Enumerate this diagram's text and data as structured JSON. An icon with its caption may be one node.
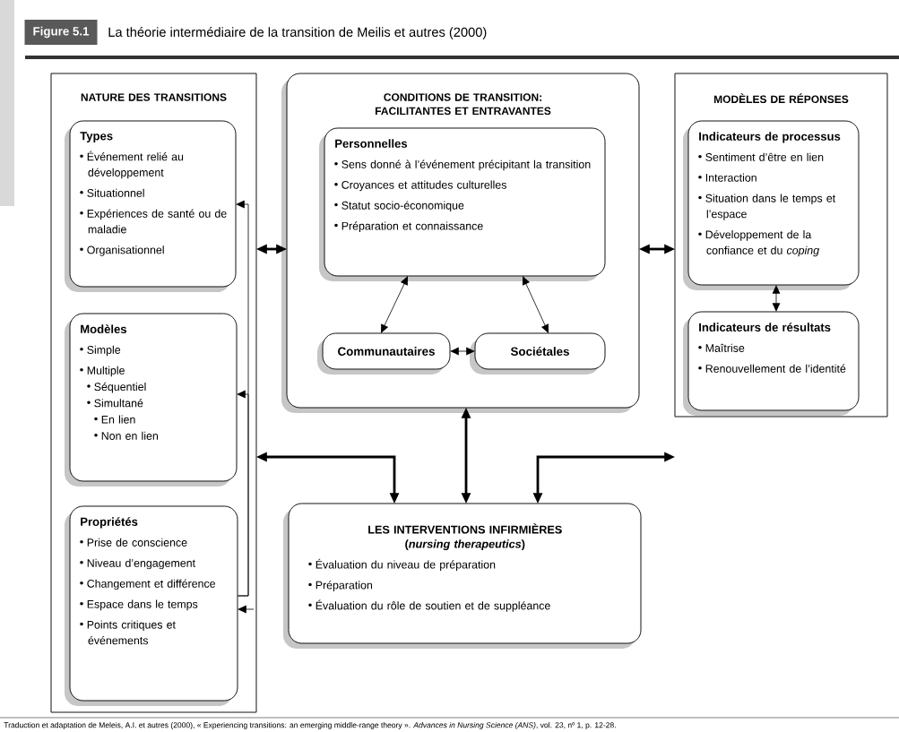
{
  "diagram": {
    "title": "La théorie intermédiaire de la transition de Meilis et autres (2000)",
    "caption": "Traduction et adaptation de Meleis, A.I. et autres (2000), « Experiencing transitions: an emerging middle-range theory ». *Advances in Nursing Science (ANS)*, vol. 23, nº 1, p. 12-28.",
    "nodes": [
      {
        "text": [
          "NATURE DES TRANSITIONS"
        ]
      },
      {
        "text": [
          "Types",
          "Événement relié au développement",
          "Situationnel",
          "Expériences de santé ou de maladie",
          "Organisationnel"
        ],
        "in": 0
      },
      {
        "text": [
          "Modèles",
          "Simple",
          "Multiple",
          "Séquentiel",
          "Simultané",
          "En lien",
          "Non en lien"
        ],
        "in": 0
      },
      {
        "text": [
          "Propriétés",
          "Prise de conscience",
          "Niveau d’engagement",
          "Changement et différence",
          "Espace dans le temps",
          "Points critiques et événements"
        ],
        "in": 0
      },
      {
        "text": [
          "CONDITIONS DE TRANSITION: FACILITANTES ET ENTRAVANTES"
        ]
      },
      {
        "text": [
          "Personnelles",
          "Sens donné à l’événement précipitant la transition",
          "Croyances et attitudes culturelles",
          "Statut socio-économique",
          "Préparation et connaissance"
        ],
        "in": 4
      },
      {
        "text": [
          "Communautaires"
        ],
        "in": 4
      },
      {
        "text": [
          "Sociétales"
        ],
        "in": 4
      },
      {
        "text": [
          "MODÈLES DE RÉPONSES"
        ]
      },
      {
        "text": [
          "Indicateurs de processus",
          "Sentiment d’être en lien",
          "Interaction",
          "Situation dans le temps et l’espace",
          "Développement de la confiance et du *coping*"
        ],
        "in": 8
      },
      {
        "text": [
          "Indicateurs de résultats",
          "Maîtrise",
          "Renouvellement de l’identité"
        ],
        "in": 8
      },
      {
        "text": [
          "LES INTERVENTIONS INFIRMIÈRES",
          "(*nursing therapeutics*)",
          "Évaluation du niveau de préparation",
          "Préparation",
          "Évaluation du rôle de soutien et de suppléance"
        ]
      }
    ],
    "edges": [
      {
        "from": 0,
        "to": 4,
        "arrow": "both",
        "style": "thick"
      },
      {
        "from": 4,
        "to": 8,
        "arrow": "both",
        "style": "thick"
      },
      {
        "from": 5,
        "to": 6,
        "arrow": "both"
      },
      {
        "from": 5,
        "to": 7,
        "arrow": "both"
      },
      {
        "from": 6,
        "to": 7,
        "arrow": "both"
      },
      {
        "from": 9,
        "to": 10,
        "arrow": "both"
      },
      {
        "from": 4,
        "to": 11,
        "arrow": "both",
        "style": "thick"
      },
      {
        "from": 11,
        "to": 0,
        "arrow": "both",
        "style": "thick"
      },
      {
        "from": 11,
        "to": 8,
        "arrow": "both",
        "style": "thick"
      },
      {
        "from": 3,
        "to": 1,
        "arrow": "to"
      },
      {
        "from": 3,
        "to": 2,
        "arrow": "to"
      },
      {
        "from": null,
        "to": 3,
        "arrow": "to"
      }
    ],
    "labels": [
      "Figure 5.1"
    ]
  }
}
